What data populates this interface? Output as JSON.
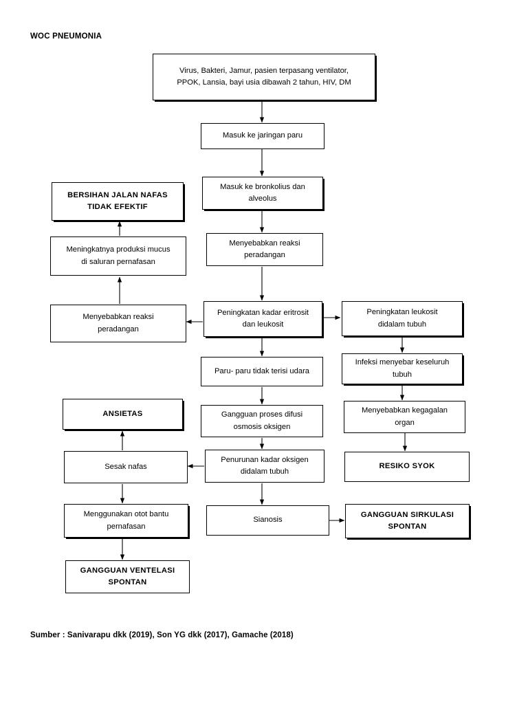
{
  "page": {
    "title": "WOC PNEUMONIA",
    "source": "Sumber : Sanivarapu dkk (2019), Son YG dkk (2017), Gamache (2018)",
    "background": "#ffffff",
    "ink": "#000000"
  },
  "diagram": {
    "type": "flowchart",
    "orientation": "top-down",
    "nodes": [
      {
        "id": "etiologi",
        "label": "Virus, Bakteri, Jamur, pasien terpasang ventilator, PPOK, Lansia, bayi usia dibawah 2 tahun, HIV, DM",
        "line1": "Virus, Bakteri, Jamur, pasien terpasang ventilator,",
        "line2": "PPOK, Lansia, bayi usia dibawah 2 tahun, HIV, DM",
        "emphasis": "normal",
        "column": "center"
      },
      {
        "id": "jaringan-paru",
        "label": "Masuk ke jaringan paru",
        "line1": "Masuk ke jaringan paru",
        "line2": "",
        "emphasis": "normal",
        "column": "center"
      },
      {
        "id": "bronkolius",
        "label": "Masuk ke bronkolius dan alveolus",
        "line1": "Masuk ke bronkolius dan",
        "line2": "alveolus",
        "emphasis": "normal",
        "column": "center"
      },
      {
        "id": "reaksi-radang-1",
        "label": "Menyebabkan reaksi peradangan",
        "line1": "Menyebabkan reaksi",
        "line2": "peradangan",
        "emphasis": "normal",
        "column": "center"
      },
      {
        "id": "eritrosit",
        "label": "Peningkatan kadar eritrosit dan leukosit",
        "line1": "Peningkatan kadar eritrosit",
        "line2": "dan leukosit",
        "emphasis": "normal",
        "column": "center"
      },
      {
        "id": "paru-tidak-terisi",
        "label": "Paru- paru tidak terisi udara",
        "line1": "Paru- paru tidak terisi udara",
        "line2": "",
        "emphasis": "normal",
        "column": "center"
      },
      {
        "id": "difusi-osmosis",
        "label": "Gangguan proses difusi osmosis oksigen",
        "line1": "Gangguan proses difusi",
        "line2": "osmosis oksigen",
        "emphasis": "normal",
        "column": "center"
      },
      {
        "id": "penurunan-oksigen",
        "label": "Penurunan kadar oksigen didalam tubuh",
        "line1": "Penurunan kadar oksigen",
        "line2": "didalam tubuh",
        "emphasis": "normal",
        "column": "center"
      },
      {
        "id": "sianosis",
        "label": "Sianosis",
        "line1": "Sianosis",
        "line2": "",
        "emphasis": "normal",
        "column": "center"
      },
      {
        "id": "bersihan-jalan-nafas",
        "label": "BERSIHAN JALAN NAFAS TIDAK EFEKTIF",
        "line1": "BERSIHAN JALAN NAFAS",
        "line2": "TIDAK EFEKTIF",
        "emphasis": "diagnosis",
        "column": "left"
      },
      {
        "id": "produksi-mucus",
        "label": "Meningkatnya produksi mucus di saluran pernafasan",
        "line1": "Meningkatnya produksi mucus",
        "line2": "di saluran pernafasan",
        "emphasis": "normal",
        "column": "left"
      },
      {
        "id": "reaksi-radang-2",
        "label": "Menyebabkan reaksi peradangan",
        "line1": "Menyebabkan reaksi",
        "line2": "peradangan",
        "emphasis": "normal",
        "column": "left"
      },
      {
        "id": "ansietas",
        "label": "ANSIETAS",
        "line1": "ANSIETAS",
        "line2": "",
        "emphasis": "diagnosis",
        "column": "left"
      },
      {
        "id": "sesak-nafas",
        "label": "Sesak nafas",
        "line1": "Sesak nafas",
        "line2": "",
        "emphasis": "normal",
        "column": "left"
      },
      {
        "id": "otot-bantu",
        "label": "Menggunakan otot bantu pernafasan",
        "line1": "Menggunakan otot bantu",
        "line2": "pernafasan",
        "emphasis": "normal",
        "column": "left"
      },
      {
        "id": "ventelasi-spontan",
        "label": "GANGGUAN VENTELASI SPONTAN",
        "line1": "GANGGUAN VENTELASI",
        "line2": "SPONTAN",
        "emphasis": "diagnosis",
        "column": "left"
      },
      {
        "id": "leukosit-tubuh",
        "label": "Peningkatan leukosit didalam tubuh",
        "line1": "Peningkatan leukosit",
        "line2": "didalam tubuh",
        "emphasis": "normal",
        "column": "right"
      },
      {
        "id": "infeksi-menyebar",
        "label": "Infeksi menyebar keseluruh tubuh",
        "line1": "Infeksi menyebar keseluruh",
        "line2": "tubuh",
        "emphasis": "normal",
        "column": "right"
      },
      {
        "id": "kegagalan-organ",
        "label": "Menyebabkan kegagalan organ",
        "line1": "Menyebabkan kegagalan",
        "line2": "organ",
        "emphasis": "normal",
        "column": "right"
      },
      {
        "id": "resiko-syok",
        "label": "RESIKO SYOK",
        "line1": "RESIKO SYOK",
        "line2": "",
        "emphasis": "diagnosis",
        "column": "right"
      },
      {
        "id": "sirkulasi-spontan",
        "label": "GANGGUAN SIRKULASI SPONTAN",
        "line1": "GANGGUAN SIRKULASI",
        "line2": "SPONTAN",
        "emphasis": "diagnosis",
        "column": "right"
      }
    ],
    "edges": [
      {
        "from": "etiologi",
        "to": "jaringan-paru",
        "direction": "down"
      },
      {
        "from": "jaringan-paru",
        "to": "bronkolius",
        "direction": "down"
      },
      {
        "from": "bronkolius",
        "to": "reaksi-radang-1",
        "direction": "down"
      },
      {
        "from": "reaksi-radang-1",
        "to": "eritrosit",
        "direction": "down"
      },
      {
        "from": "eritrosit",
        "to": "reaksi-radang-2",
        "direction": "left"
      },
      {
        "from": "eritrosit",
        "to": "leukosit-tubuh",
        "direction": "right"
      },
      {
        "from": "eritrosit",
        "to": "paru-tidak-terisi",
        "direction": "down"
      },
      {
        "from": "reaksi-radang-2",
        "to": "produksi-mucus",
        "direction": "up"
      },
      {
        "from": "produksi-mucus",
        "to": "bersihan-jalan-nafas",
        "direction": "up"
      },
      {
        "from": "paru-tidak-terisi",
        "to": "difusi-osmosis",
        "direction": "down"
      },
      {
        "from": "difusi-osmosis",
        "to": "penurunan-oksigen",
        "direction": "down"
      },
      {
        "from": "penurunan-oksigen",
        "to": "sesak-nafas",
        "direction": "left"
      },
      {
        "from": "penurunan-oksigen",
        "to": "sianosis",
        "direction": "down"
      },
      {
        "from": "sesak-nafas",
        "to": "ansietas",
        "direction": "up"
      },
      {
        "from": "sesak-nafas",
        "to": "otot-bantu",
        "direction": "down"
      },
      {
        "from": "otot-bantu",
        "to": "ventelasi-spontan",
        "direction": "down"
      },
      {
        "from": "sianosis",
        "to": "sirkulasi-spontan",
        "direction": "right"
      },
      {
        "from": "leukosit-tubuh",
        "to": "infeksi-menyebar",
        "direction": "down"
      },
      {
        "from": "infeksi-menyebar",
        "to": "kegagalan-organ",
        "direction": "down"
      },
      {
        "from": "kegagalan-organ",
        "to": "resiko-syok",
        "direction": "down"
      }
    ]
  }
}
